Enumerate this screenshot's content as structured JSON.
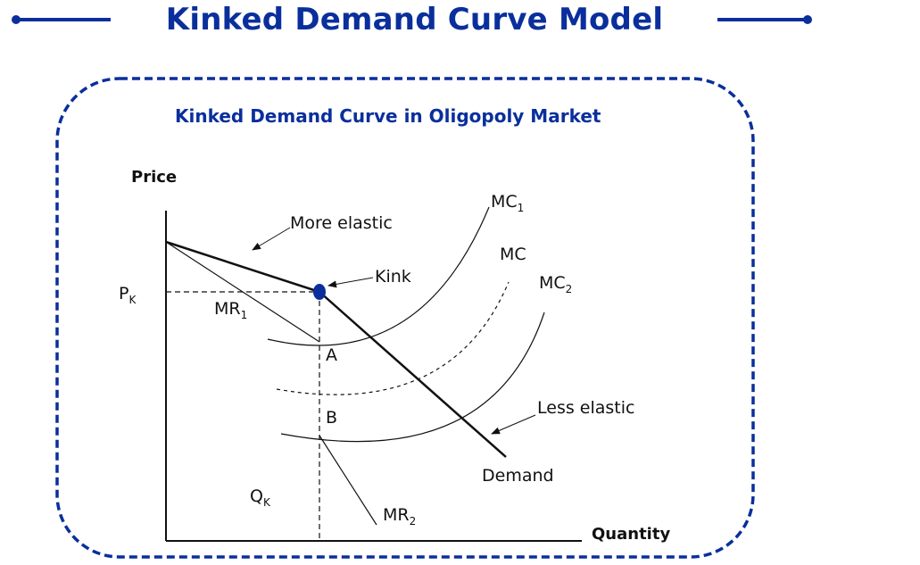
{
  "header": {
    "title": "Kinked Demand Curve Model",
    "accent_color": "#0a2f9c"
  },
  "panel": {
    "subtitle": "Kinked Demand Curve in Oligopoly Market",
    "border_color": "#0a2f9c",
    "border_style": "dashed"
  },
  "axes": {
    "y_label": "Price",
    "x_label": "Quantity"
  },
  "labels": {
    "pk_main": "P",
    "pk_sub": "K",
    "qk_main": "Q",
    "qk_sub": "K",
    "mr1_main": "MR",
    "mr1_sub": "1",
    "mr2_main": "MR",
    "mr2_sub": "2",
    "mc1_main": "MC",
    "mc1_sub": "1",
    "mc_main": "MC",
    "mc2_main": "MC",
    "mc2_sub": "2",
    "more_elastic": "More elastic",
    "less_elastic": "Less elastic",
    "kink": "Kink",
    "point_a": "A",
    "point_b": "B",
    "demand": "Demand"
  }
}
